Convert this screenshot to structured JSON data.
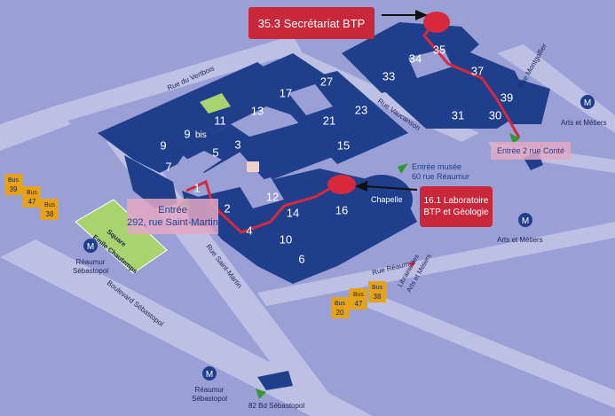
{
  "callouts": {
    "secretariat": "35.3 Secrétariat BTP",
    "labo_line1": "16.1 Laboratoire",
    "labo_line2": "BTP et Géologie"
  },
  "entrances": {
    "saint_martin_line1": "Entrée",
    "saint_martin_line2": "292, rue Saint-Martin",
    "conte": "Entrée 2 rue Conté",
    "musee_line1": "Entrée musée",
    "musee_line2": "60 rue Réaumur"
  },
  "streets": {
    "vertbois": "Rue du Vertbois",
    "vaucanson": "Rue Vaucanson",
    "montgolfier": "Rue Montgolfier",
    "saint_martin": "Rue Saint-Martin",
    "reaumur": "Rue Réaumur",
    "sebastopol": "Boulevard Sébastopol",
    "square_line1": "Square",
    "square_line2": "Emile Chautemps"
  },
  "places": {
    "chapelle": "Chapelle",
    "librairie_line1": "Librairie des",
    "librairie_line2": "Arts et Métiers",
    "bis": "bis",
    "bd_sebastopol_82": "82 Bd Sébastopol"
  },
  "metro": {
    "glyph": "M",
    "arts_metiers_top": "Arts et Métiers",
    "arts_metiers_right": "Arts et Métiers",
    "reaumur_left_line1": "Réaumur",
    "reaumur_left_line2": "Sébastopol",
    "reaumur_bottom_line1": "Réaumur",
    "reaumur_bottom_line2": "Sébastopol"
  },
  "bus": {
    "word": "Bus",
    "left_stop": [
      "39",
      "47",
      "38"
    ],
    "right_stop": [
      "20",
      "47",
      "38"
    ]
  },
  "buildings": [
    "1",
    "2",
    "3",
    "4",
    "5",
    "6",
    "7",
    "9",
    "9",
    "10",
    "11",
    "12",
    "13",
    "14",
    "15",
    "16",
    "17",
    "21",
    "23",
    "27",
    "30",
    "31",
    "33",
    "34",
    "35",
    "37",
    "39"
  ],
  "colors": {
    "background": "#9a9fd6",
    "building": "#1f3f8c",
    "route": "#d8283c",
    "callout": "#c8283a",
    "entrance_label": "#e3a8c3",
    "square": "#a9d36c",
    "entrance_arrow": "#2f9a2f"
  }
}
